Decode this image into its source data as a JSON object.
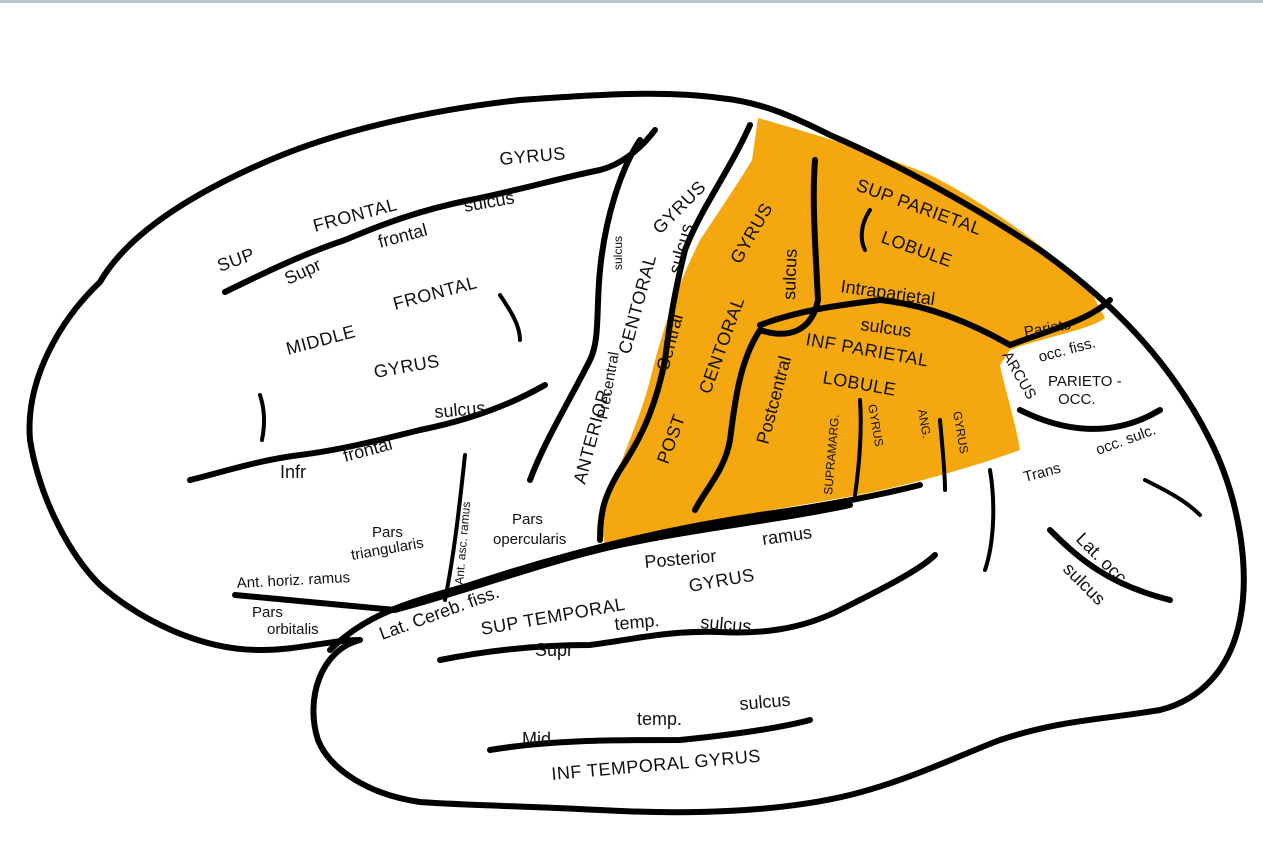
{
  "colors": {
    "highlight": "#f5a70f",
    "outline": "#000000",
    "background": "#ffffff"
  },
  "labels": {
    "gyrus_top": "GYRUS",
    "sup": "SUP",
    "frontal_sup": "FRONTAL",
    "sulcus_sup_frontal": "sulcus",
    "supr": "Supr",
    "frontal_supr": "frontal",
    "middle": "MIDDLE",
    "frontal_middle": "FRONTAL",
    "gyrus_middle": "GYRUS",
    "sulcus_infr": "sulcus",
    "frontal_infr": "frontal",
    "infr": "Infr",
    "sulcus_precentral": "sulcus",
    "precentral": "Precentral",
    "anterior": "ANTERIOR",
    "centoral_ant": "CENTORAL",
    "gyrus_ant": "GYRUS",
    "central": "Central",
    "sulcus_central": "sulcus",
    "post": "POST",
    "centoral_post": "CENTORAL",
    "gyrus_post": "GYRUS",
    "postcentral": "Postcentral",
    "sulcus_postcentral": "sulcus",
    "sup_parietal": "SUP  PARIETAL",
    "lobule_sup": "LOBULE",
    "intraparietal": "Intraparietal",
    "sulcus_intrapar": "sulcus",
    "inf_parietal": "INF  PARIETAL",
    "lobule_inf": "LOBULE",
    "supramarg": "SUPRAMARG.",
    "gyrus_supramarg": "GYRUS",
    "ang": "ANG.",
    "gyrus_ang": "GYRUS",
    "arcus": "ARCUS",
    "parieto": "Parieto",
    "occ_fiss": "occ. fiss.",
    "parieto_occ_1": "PARIETO -",
    "parieto_occ_2": "OCC.",
    "trans": "Trans",
    "occ_sulc": "occ. sulc.",
    "lat_occ": "Lat. occ.",
    "sulcus_lat_occ": "sulcus",
    "pars_tri_1": "Pars",
    "pars_tri_2": "triangularis",
    "ant_asc_ramus": "Ant. asc. ramus",
    "pars_oper_1": "Pars",
    "pars_oper_2": "opercularis",
    "ant_horiz_ramus": "Ant. horiz. ramus",
    "pars_orb_1": "Pars",
    "pars_orb_2": "orbitalis",
    "lat_cereb_fiss": "Lat. Cereb. fiss.",
    "posterior": "Posterior",
    "ramus": "ramus",
    "sup_temporal": "SUP  TEMPORAL",
    "gyrus_sup_temp": "GYRUS",
    "supr_temp": "Supr",
    "temp_supr": "temp.",
    "sulcus_supr_temp": "sulcus",
    "sulcus_mid_temp": "sulcus",
    "temp_mid": "temp.",
    "mid": "Mid.",
    "inf_temporal_gyrus": "INF   TEMPORAL  GYRUS"
  }
}
